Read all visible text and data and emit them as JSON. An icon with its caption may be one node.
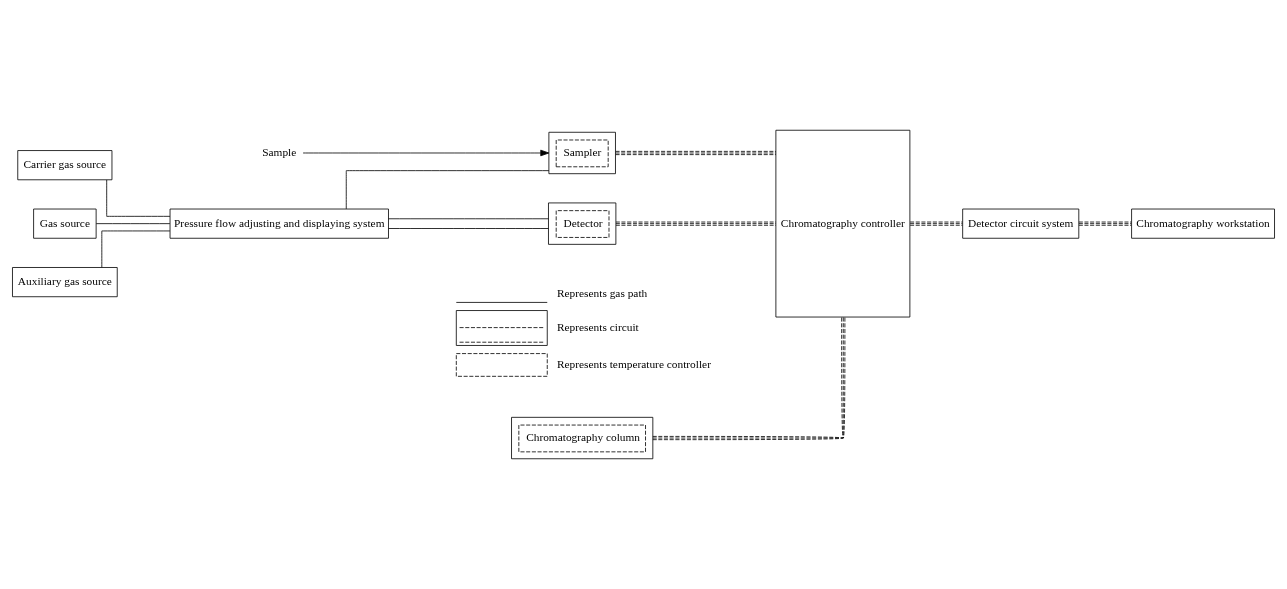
{
  "diagram": {
    "nodes": [
      {
        "text": [
          "Carrier gas source"
        ]
      },
      {
        "text": [
          "Gas source"
        ]
      },
      {
        "text": [
          "Auxiliary gas source"
        ]
      },
      {
        "text": [
          "Pressure flow adjusting and displaying system"
        ]
      },
      {
        "text": [
          "Sample"
        ]
      },
      {
        "text": [
          "Sampler"
        ]
      },
      {
        "text": [
          "Chromatography column"
        ]
      },
      {
        "text": [
          "Detector"
        ]
      },
      {
        "text": [
          "Chromatography controller"
        ]
      },
      {
        "text": [
          "Detector circuit system"
        ]
      },
      {
        "text": [
          "Chromatography workstation"
        ]
      }
    ],
    "edges": [
      {
        "from": 0,
        "to": 3,
        "arrow": "none"
      },
      {
        "from": 1,
        "to": 3,
        "arrow": "none"
      },
      {
        "from": 2,
        "to": 3,
        "arrow": "none"
      },
      {
        "from": 3,
        "to": 5,
        "arrow": "none"
      },
      {
        "from": 3,
        "to": 7,
        "arrow": "none"
      },
      {
        "from": 3,
        "to": 7,
        "arrow": "none"
      },
      {
        "from": 4,
        "to": 5,
        "arrow": "to"
      },
      {
        "from": 5,
        "to": 8,
        "arrow": "none",
        "style": "dashed"
      },
      {
        "from": 6,
        "to": 8,
        "arrow": "none",
        "style": "dashed"
      },
      {
        "from": 7,
        "to": 8,
        "arrow": "none",
        "style": "dashed"
      },
      {
        "from": 8,
        "to": 9,
        "arrow": "none",
        "style": "dashed"
      },
      {
        "from": 9,
        "to": 10,
        "arrow": "none",
        "style": "dashed"
      }
    ],
    "legend": [
      {
        "text": "Represents gas path"
      },
      {
        "text": "Represents circuit"
      },
      {
        "text": "Represents temperature controller"
      }
    ]
  }
}
